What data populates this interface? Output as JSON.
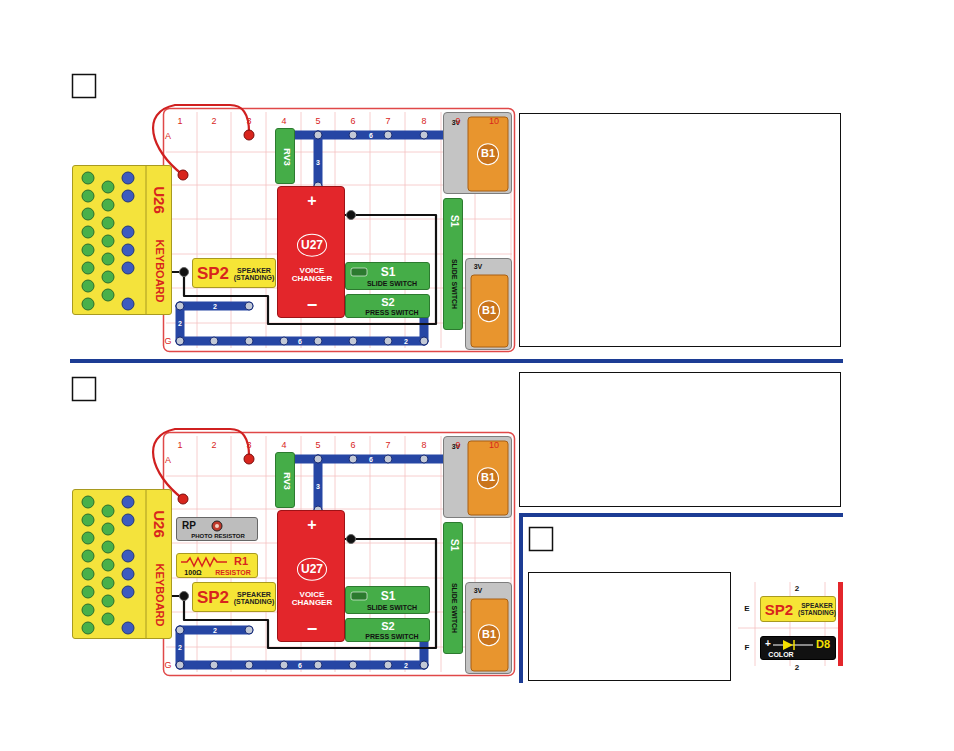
{
  "diagram": {
    "nodes": [
      {
        "text": [
          "U26",
          "KEYBOARD"
        ]
      },
      {
        "text": [
          "RV3"
        ]
      },
      {
        "text": [
          "+",
          "U27",
          "VOICE CHANGER",
          "−"
        ]
      },
      {
        "text": [
          "SP2",
          "SPEAKER (STANDING)"
        ]
      },
      {
        "text": [
          "S1",
          "SLIDE SWITCH"
        ]
      },
      {
        "text": [
          "S2",
          "PRESS SWITCH"
        ]
      },
      {
        "text": [
          "3V",
          "B1"
        ]
      },
      {
        "text": [
          "S1",
          "SLIDE SWITCH"
        ]
      },
      {
        "text": [
          "3V",
          "B1"
        ]
      },
      {
        "text": [
          "U26",
          "KEYBOARD"
        ]
      },
      {
        "text": [
          "RV3"
        ]
      },
      {
        "text": [
          "RP",
          "PHOTO RESISTOR"
        ]
      },
      {
        "text": [
          "R1",
          "100Ω",
          "RESISTOR"
        ]
      },
      {
        "text": [
          "+",
          "U27",
          "VOICE CHANGER",
          "−"
        ]
      },
      {
        "text": [
          "SP2",
          "SPEAKER (STANDING)"
        ]
      },
      {
        "text": [
          "S1",
          "SLIDE SWITCH"
        ]
      },
      {
        "text": [
          "S2",
          "PRESS SWITCH"
        ]
      },
      {
        "text": [
          "3V",
          "B1"
        ]
      },
      {
        "text": [
          "S1",
          "SLIDE SWITCH"
        ]
      },
      {
        "text": [
          "3V",
          "B1"
        ]
      },
      {
        "text": [
          "SP2",
          "SPEAKER (STANDING)"
        ]
      },
      {
        "text": [
          "+",
          "D8",
          "COLOR"
        ]
      }
    ],
    "edges": [
      {
        "from": 0,
        "to": 2,
        "arrow": "none"
      },
      {
        "from": 9,
        "to": 13,
        "arrow": "none"
      }
    ],
    "labels": [
      "1",
      "2",
      "3",
      "4",
      "5",
      "6",
      "7",
      "8",
      "9",
      "10",
      "A",
      "G",
      "6",
      "3",
      "2",
      "2",
      "6",
      "2",
      "1",
      "2",
      "3",
      "4",
      "5",
      "6",
      "7",
      "8",
      "9",
      "10",
      "A",
      "G",
      "6",
      "3",
      "2",
      "2",
      "6",
      "2",
      "E",
      "F",
      "2",
      "2"
    ]
  }
}
